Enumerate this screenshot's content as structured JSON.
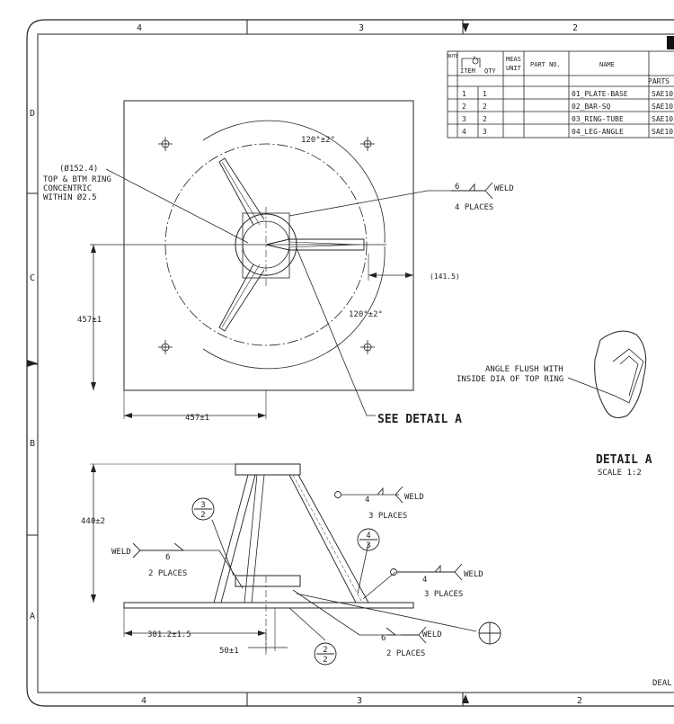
{
  "border": {
    "top_zones": [
      "4",
      "3",
      "2"
    ],
    "bottom_zones": [
      "4",
      "3",
      "2"
    ],
    "side_zones": [
      "D",
      "C",
      "B",
      "A"
    ]
  },
  "parts_table": {
    "headers": {
      "item": "ITEM",
      "qty": "QTY",
      "meas_1": "MEAS",
      "meas_2": "UNIT",
      "part_no": "PART NO.",
      "name": "NAME"
    },
    "title_row": "PARTS",
    "rows": [
      {
        "item": "1",
        "qty": "1",
        "name": "01_PLATE-BASE",
        "mat": "SAE10"
      },
      {
        "item": "2",
        "qty": "2",
        "name": "02_BAR-SQ",
        "mat": "SAE10"
      },
      {
        "item": "3",
        "qty": "2",
        "name": "03_RING-TUBE",
        "mat": "SAE10"
      },
      {
        "item": "4",
        "qty": "3",
        "name": "04_LEG-ANGLE",
        "mat": "SAE10"
      }
    ]
  },
  "top_view": {
    "angle_top": "120°±2°",
    "angle_bottom": "120°±2°",
    "ring_note": [
      "(Ø152.4)",
      "TOP & BTM RING",
      "CONCENTRIC",
      "WITHIN Ø2.5"
    ],
    "weld_label": "WELD",
    "weld_size": "6",
    "weld_places": "4 PLACES",
    "dim_vertical": "457±1",
    "dim_horizontal": "457±1",
    "dim_ref": "(141.5)",
    "see_detail": "SEE DETAIL   A"
  },
  "detail": {
    "note": [
      "ANGLE FLUSH WITH",
      "INSIDE DIA OF TOP RING"
    ],
    "title": "DETAIL   A",
    "scale": "SCALE  1:2"
  },
  "side_view": {
    "dim_height": "440±2",
    "dim_base": "381.2±1.5",
    "dim_offset": "50±1",
    "weld_label": "WELD",
    "weld_left_size": "6",
    "weld_left_places": "2 PLACES",
    "weld_top_size": "4",
    "weld_top_places": "3 PLACES",
    "weld_right_size": "4",
    "weld_right_places": "3 PLACES",
    "weld_bottom_size": "6",
    "weld_bottom_places": "2 PLACES",
    "balloon_a": [
      "3",
      "2"
    ],
    "balloon_b": [
      "4",
      "3"
    ],
    "balloon_c": [
      "2",
      "2"
    ]
  },
  "footer_fragment": "DEAL"
}
